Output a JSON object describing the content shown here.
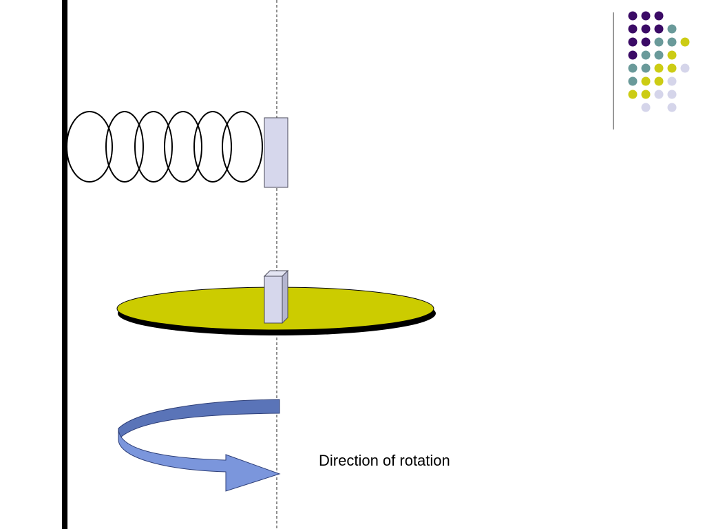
{
  "slide": {
    "label": "Direction of rotation"
  },
  "colors": {
    "background": "#ffffff",
    "wall": "#000000",
    "axis": "#555555",
    "spring": "#000000",
    "block_fill": "#d6d7ec",
    "block_stroke": "#4a4a5a",
    "disk_fill": "#cccc00",
    "disk_edge": "#000000",
    "arrow_fill": "#7b96dc",
    "arrow_shade": "#5a74b8",
    "arrow_stroke": "#2e3f78"
  },
  "decoration": {
    "dot_colors": {
      "purple": "#3b0b66",
      "teal": "#6a9a9a",
      "olive": "#cccc14",
      "lavender": "#d5d5ea"
    },
    "dot_grid": [
      [
        "purple",
        "purple",
        "purple",
        null,
        null
      ],
      [
        "purple",
        "purple",
        "purple",
        "teal",
        null
      ],
      [
        "purple",
        "purple",
        "teal",
        "teal",
        "olive"
      ],
      [
        "purple",
        "teal",
        "teal",
        "olive",
        null
      ],
      [
        "teal",
        "teal",
        "olive",
        "olive",
        "lavender"
      ],
      [
        "teal",
        "olive",
        "olive",
        "lavender",
        null
      ],
      [
        "olive",
        "olive",
        "lavender",
        "lavender",
        null
      ],
      [
        null,
        "lavender",
        null,
        "lavender",
        null
      ]
    ]
  }
}
